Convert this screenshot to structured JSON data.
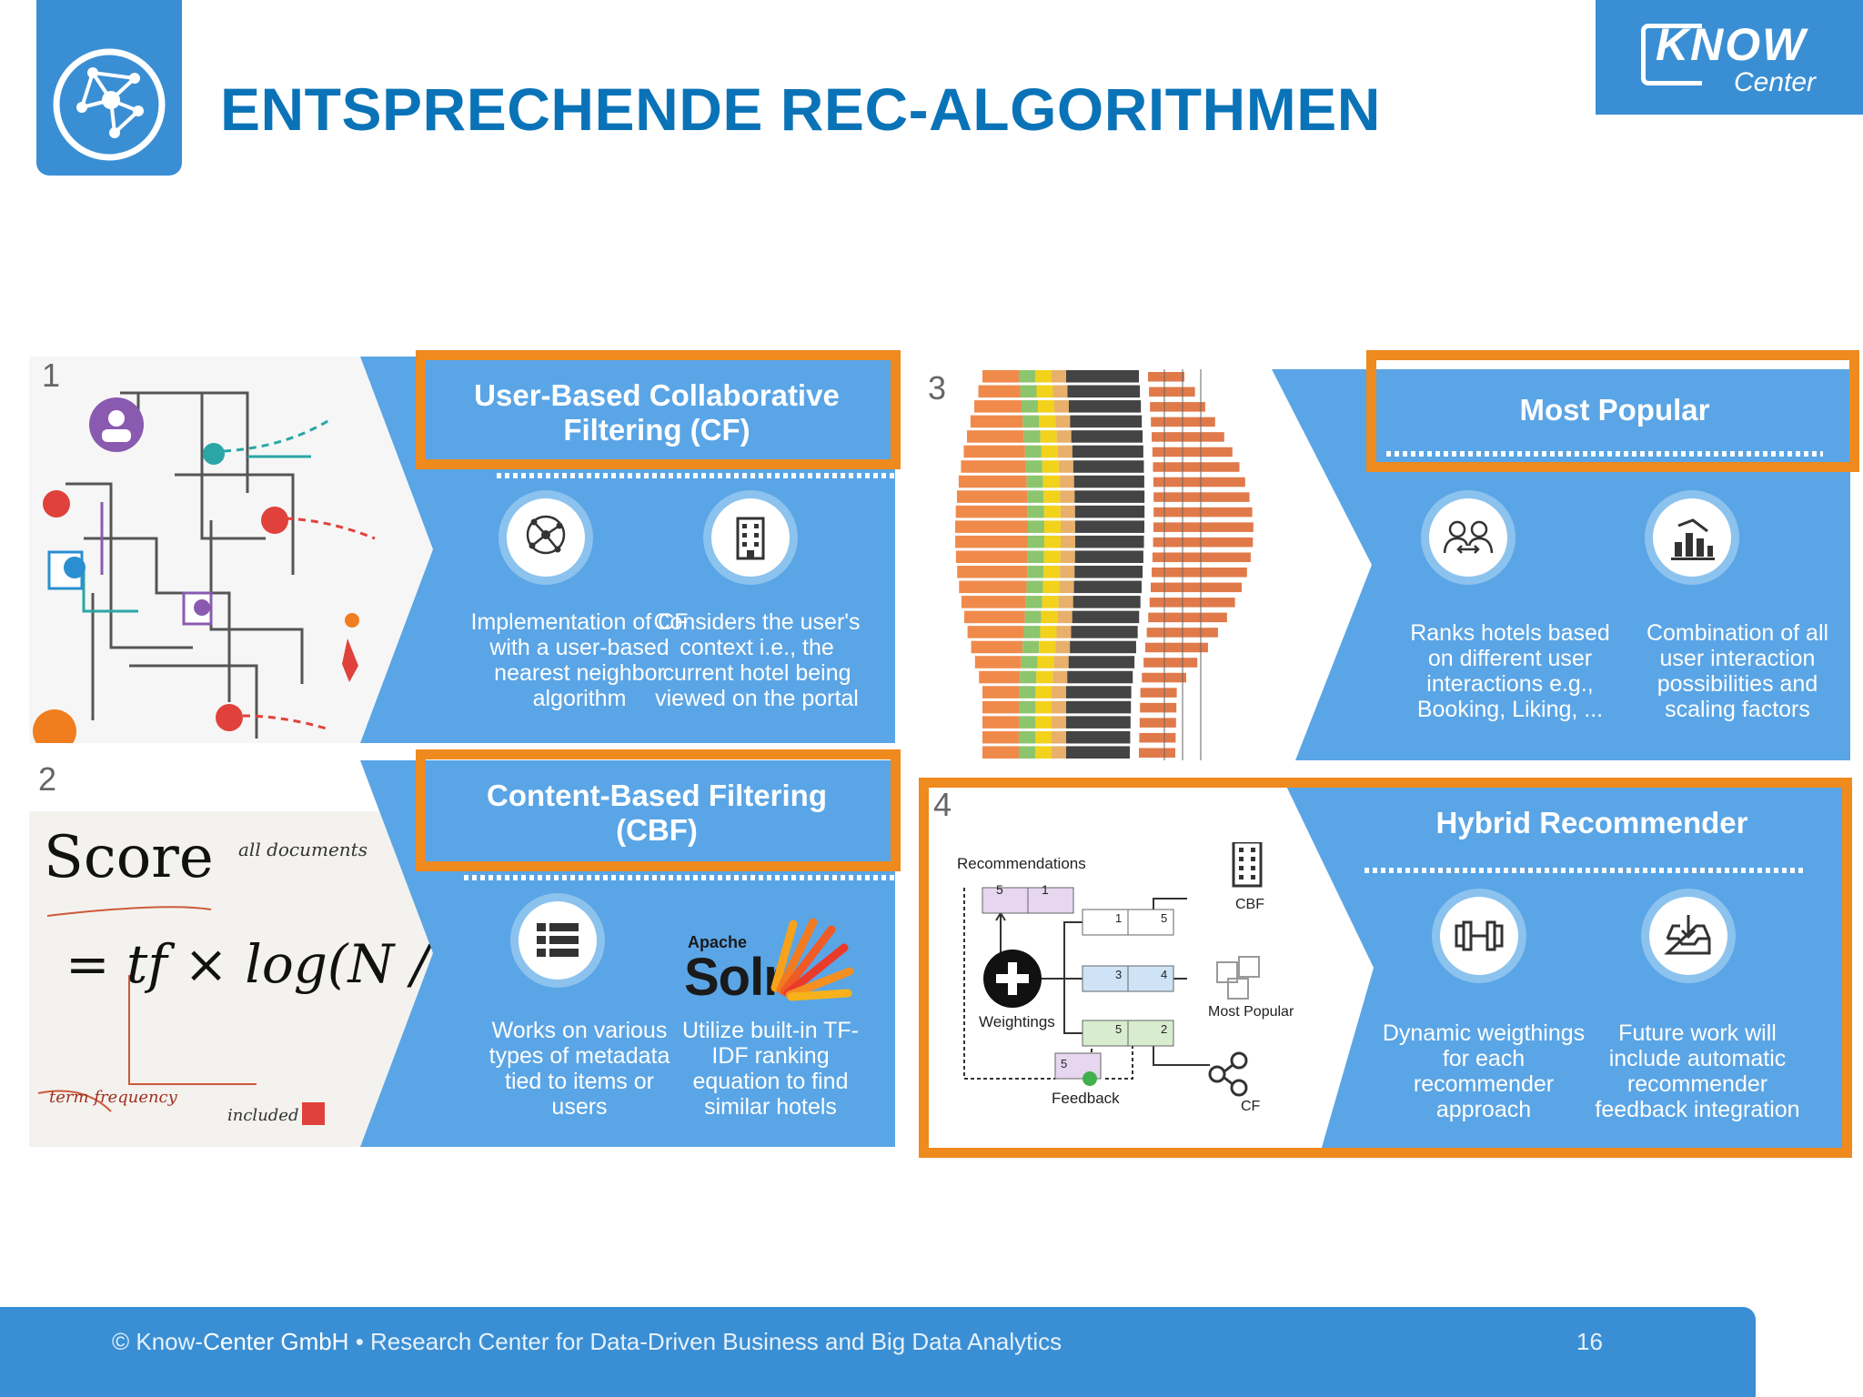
{
  "header": {
    "title": "ENTSPRECHENDE REC-ALGORITHMEN",
    "logo_know": "KNOW",
    "logo_center": "Center"
  },
  "panels": {
    "p1": {
      "number": "1",
      "title_line1": "User-Based Collaborative",
      "title_line2": "Filtering (CF)",
      "item1": [
        "Implementation of CF",
        "with a user-based",
        "nearest neighbor",
        "algorithm"
      ],
      "item2": [
        "Considers the user's",
        "context i.e., the",
        "current hotel being",
        "viewed on the portal"
      ]
    },
    "p2": {
      "number": "2",
      "title_line1": "Content-Based Filtering",
      "title_line2": "(CBF)",
      "item1": [
        "Works on various",
        "types of metadata",
        "tied to items or",
        "users"
      ],
      "item2": [
        "Utilize built-in TF-",
        "IDF ranking",
        "equation to find",
        "similar hotels"
      ],
      "apache": "Apache",
      "solr": "Solr"
    },
    "p3": {
      "number": "3",
      "title": "Most Popular",
      "item1": [
        "Ranks hotels based",
        "on different user",
        "interactions e.g.,",
        "Booking, Liking, ..."
      ],
      "item2": [
        "Combination of all",
        "user interaction",
        "possibilities and",
        "scaling factors"
      ]
    },
    "p4": {
      "number": "4",
      "title": "Hybrid Recommender",
      "item1": [
        "Dynamic weigthings",
        "for each",
        "recommender",
        "approach"
      ],
      "item2": [
        "Future work will",
        "include automatic",
        "recommender",
        "feedback integration"
      ],
      "diagram": {
        "recommendations": "Recommendations",
        "rec_cells": [
          "5",
          "1"
        ],
        "weightings": "Weightings",
        "feedback": "Feedback",
        "feedback_cell": "5",
        "rows": [
          [
            "1",
            "5"
          ],
          [
            "3",
            "4"
          ],
          [
            "5",
            "2"
          ]
        ],
        "cbf": "CBF",
        "most_popular": "Most Popular",
        "cf": "CF"
      }
    }
  },
  "score_sketch": {
    "score": "Score",
    "formula": "= tf × log(N / dfi)",
    "all_documents": "all documents",
    "term_frequency": "term frequency",
    "included": "included"
  },
  "footer": {
    "copyright": "© Know-",
    "company": "Center GmbH",
    "rest": " • Research Center for Data-Driven Business and Big Data Analytics",
    "page": "16"
  },
  "colors": {
    "brand_blue": "#3a8fd4",
    "title_blue": "#0a73b8",
    "panel_blue": "#5aa5e6",
    "highlight_orange": "#ee8a1e"
  }
}
